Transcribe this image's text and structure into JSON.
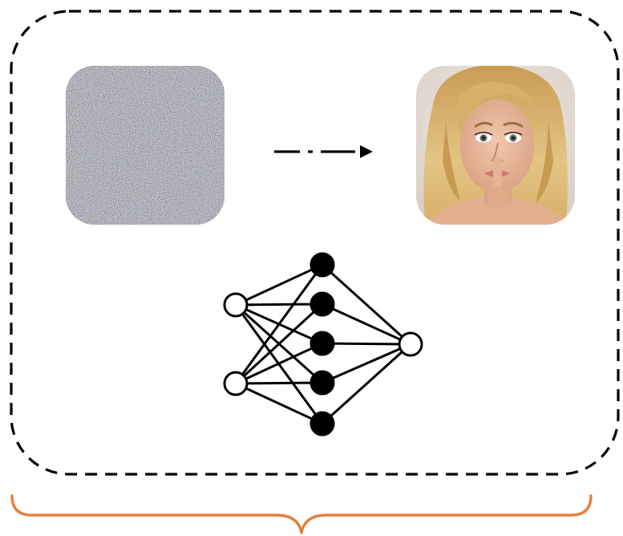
{
  "colors": {
    "frame_dash": "#000000",
    "brace": "#e67e3c",
    "node_filled": "#000000",
    "node_open": "#ffffff",
    "arrow": "#000000",
    "skin": "#e9b59a",
    "hair": "#d9b36a",
    "hair_dark": "#a57a3a",
    "eye": "#5f6f6a",
    "lips": "#c97a72"
  },
  "icons": {
    "noise_image": "random-noise-image",
    "portrait_image": "generated-portrait-image",
    "arrow": "dash-dot-arrow-right",
    "network": "neural-network-icon",
    "brace": "curly-brace-bottom"
  },
  "network": {
    "input_nodes": 2,
    "hidden_nodes": 5,
    "output_nodes": 1
  }
}
